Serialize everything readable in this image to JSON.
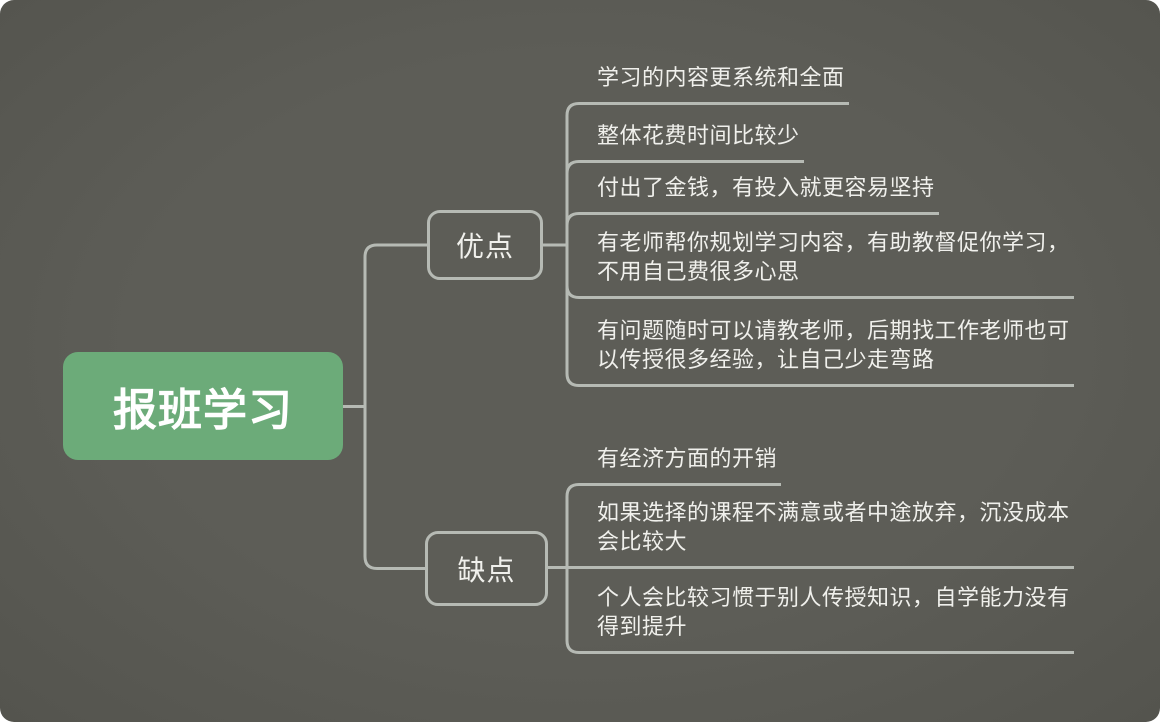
{
  "root": {
    "label": "报班学习"
  },
  "branches": [
    {
      "label": "优点",
      "children": [
        "学习的内容更系统和全面",
        "整体花费时间比较少",
        "付出了金钱，有投入就更容易坚持",
        "有老师帮你规划学习内容，有助教督促你学习，\n不用自己费很多心思",
        "有问题随时可以请教老师，后期找工作老师也可\n以传授很多经验，让自己少走弯路"
      ]
    },
    {
      "label": "缺点",
      "children": [
        "有经济方面的开销",
        "如果选择的课程不满意或者中途放弃，沉没成本\n会比较大",
        "个人会比较习惯于别人传授知识，自学能力没有\n得到提升"
      ]
    }
  ],
  "colors": {
    "background": "#5a5a54",
    "connector_line": "#b6bab4",
    "leaf_text": "#f0f0ec",
    "root_background": "#6cab79",
    "root_text": "#ffffff"
  }
}
